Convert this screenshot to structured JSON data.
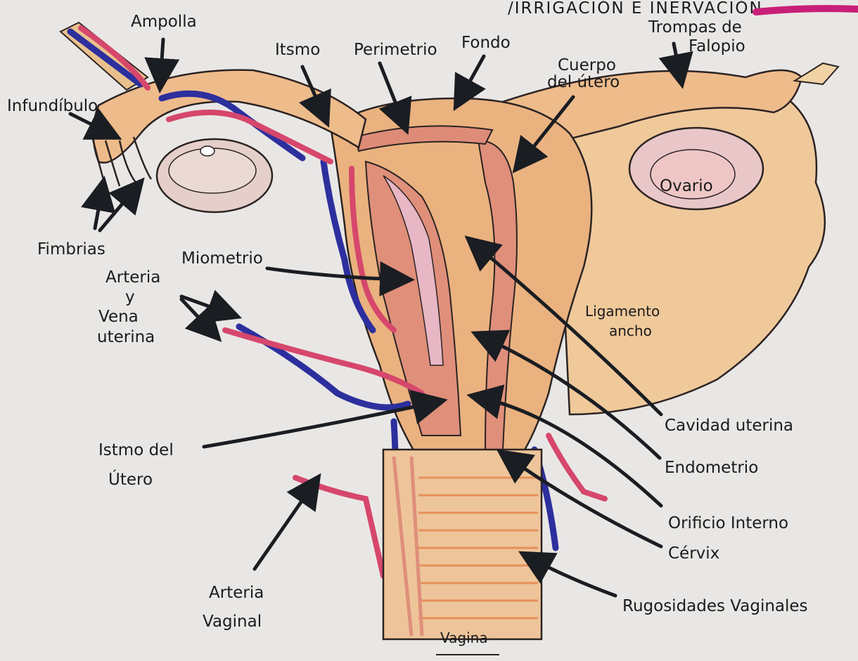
{
  "header": {
    "title_fragment": "/IRRIGACIÓN E INERVACIÓN"
  },
  "labels": {
    "ampolla": "Ampolla",
    "istmo": "Itsmo",
    "perimetrio": "Perimetrio",
    "fondo": "Fondo",
    "cuerpo_line1": "Cuerpo",
    "cuerpo_line2": "del útero",
    "trompas_line1": "Trompas de",
    "trompas_line2": "Falopio",
    "infundibulo": "Infundíbulo",
    "ovario": "Ovario",
    "fimbrias": "Fimbrias",
    "miometrio": "Miometrio",
    "arteria_vena_line1": "Arteria",
    "arteria_vena_line2": "y",
    "arteria_vena_line3": "Vena",
    "arteria_vena_line4": "uterina",
    "ligamento_line1": "Ligamento",
    "ligamento_line2": "ancho",
    "cavidad": "Cavidad uterina",
    "endometrio": "Endometrio",
    "istmo_utero_line1": "Istmo del",
    "istmo_utero_line2": "Útero",
    "orificio": "Orificio Interno",
    "cervix": "Cérvix",
    "rugosidades": "Rugosidades Vaginales",
    "arteria_vaginal_line1": "Arteria",
    "arteria_vaginal_line2": "Vaginal",
    "vagina": "Vagina"
  },
  "colors": {
    "paper": "#e9e7e5",
    "uterus_fill": "#eab27f",
    "myometrium": "#df8f7a",
    "endometrium": "#e7b7c5",
    "ligament": "#f0c99b",
    "artery": "#d6476c",
    "vein": "#2d2f9e",
    "ink": "#1a1d22",
    "highlight": "#c81f78"
  }
}
